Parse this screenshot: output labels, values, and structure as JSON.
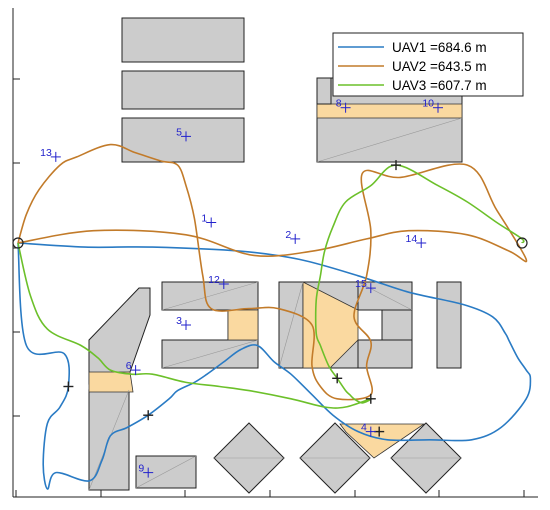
{
  "chart_data": {
    "type": "line",
    "title": "",
    "xlabel": "",
    "ylabel": "",
    "grid": false,
    "legend_position": "top-right",
    "colors": {
      "UAV1": "#2a7bc4",
      "UAV2": "#c27b2a",
      "UAV3": "#6cc02a",
      "waypoint_label": "#2222cc",
      "marker": "#222222",
      "building": "#cccccc",
      "zone": "#fad9a0"
    },
    "series": [
      {
        "name": "UAV1 =684.6 m",
        "points": [
          [
            0,
            0
          ],
          [
            2,
            -25
          ],
          [
            11,
            -27
          ],
          [
            12,
            -35
          ],
          [
            10,
            -40
          ],
          [
            7,
            -44
          ],
          [
            6,
            -54
          ],
          [
            7,
            -60
          ],
          [
            9,
            -56
          ],
          [
            17,
            -58
          ],
          [
            20,
            -53
          ],
          [
            22,
            -47
          ],
          [
            26,
            -45
          ],
          [
            31,
            -42
          ],
          [
            36,
            -38
          ],
          [
            38,
            -36
          ],
          [
            42,
            -34
          ],
          [
            45,
            -32
          ],
          [
            49,
            -29
          ],
          [
            53,
            -26
          ],
          [
            57,
            -25
          ],
          [
            61,
            -29
          ],
          [
            65,
            -32
          ],
          [
            70,
            -37
          ],
          [
            75,
            -42
          ],
          [
            81,
            -46
          ],
          [
            88,
            -48
          ],
          [
            98,
            -48
          ],
          [
            108,
            -48
          ],
          [
            115,
            -45
          ],
          [
            121,
            -38
          ],
          [
            122,
            -33
          ],
          [
            121,
            -31
          ],
          [
            119,
            -28
          ],
          [
            117,
            -24
          ],
          [
            116,
            -22
          ],
          [
            113,
            -18
          ],
          [
            106,
            -15
          ],
          [
            93,
            -12
          ],
          [
            81,
            -8
          ],
          [
            67,
            -4
          ],
          [
            53,
            -2
          ],
          [
            32,
            -1
          ],
          [
            16,
            -1
          ],
          [
            0,
            0
          ]
        ]
      },
      {
        "name": "UAV2 =643.5 m",
        "points": [
          [
            0,
            0
          ],
          [
            2,
            7
          ],
          [
            5,
            13
          ],
          [
            10,
            19
          ],
          [
            14,
            21
          ],
          [
            22,
            24
          ],
          [
            28,
            22
          ],
          [
            34,
            20
          ],
          [
            38,
            19
          ],
          [
            40,
            14
          ],
          [
            42,
            6
          ],
          [
            44,
            -8
          ],
          [
            46,
            -16
          ],
          [
            55,
            -16
          ],
          [
            62,
            -16
          ],
          [
            70,
            -20
          ],
          [
            70,
            -30
          ],
          [
            72,
            -35
          ],
          [
            76,
            -38
          ],
          [
            84,
            -37
          ],
          [
            83,
            -30
          ],
          [
            84,
            -24
          ],
          [
            80,
            -18
          ],
          [
            83,
            -8
          ],
          [
            84,
            3
          ],
          [
            82,
            17
          ],
          [
            91,
            16
          ],
          [
            107,
            19
          ],
          [
            114,
            8
          ],
          [
            121,
            -4
          ],
          [
            117,
            -2
          ],
          [
            107,
            2
          ],
          [
            93,
            3
          ],
          [
            83,
            1
          ],
          [
            70,
            -2
          ],
          [
            56,
            -3
          ],
          [
            40,
            2
          ],
          [
            18,
            3
          ],
          [
            0,
            0
          ]
        ]
      },
      {
        "name": "UAV3 =607.7 m",
        "points": [
          [
            0,
            0
          ],
          [
            3,
            -13
          ],
          [
            7,
            -21
          ],
          [
            15,
            -25
          ],
          [
            19,
            -28
          ],
          [
            22,
            -31
          ],
          [
            27,
            -32
          ],
          [
            32,
            -32
          ],
          [
            40,
            -34
          ],
          [
            48,
            -35
          ],
          [
            55,
            -36
          ],
          [
            65,
            -38
          ],
          [
            73,
            -40
          ],
          [
            78,
            -40
          ],
          [
            84,
            -38
          ],
          [
            82,
            -39
          ],
          [
            80,
            -38
          ],
          [
            79,
            -37
          ],
          [
            78,
            -36
          ],
          [
            76,
            -33
          ],
          [
            74,
            -30
          ],
          [
            72,
            -25
          ],
          [
            71,
            -22
          ],
          [
            71,
            -14
          ],
          [
            72,
            -8
          ],
          [
            73,
            -2
          ],
          [
            75,
            4
          ],
          [
            78,
            10
          ],
          [
            84,
            14
          ],
          [
            90,
            19
          ],
          [
            100,
            14
          ],
          [
            107,
            10
          ],
          [
            114,
            5
          ],
          [
            120,
            1
          ],
          [
            120,
            0
          ]
        ]
      }
    ],
    "markers": {
      "start_end_circles": [
        [
          0,
          0
        ],
        [
          120,
          0
        ]
      ],
      "plus": [
        [
          12,
          -35
        ],
        [
          31,
          -42
        ],
        [
          76,
          -33
        ],
        [
          84,
          -38
        ],
        [
          90,
          19
        ],
        [
          86,
          -46
        ]
      ]
    },
    "waypoints": [
      {
        "label": "1",
        "x": 46,
        "y": 5
      },
      {
        "label": "2",
        "x": 66,
        "y": 1
      },
      {
        "label": "3",
        "x": 40,
        "y": -20
      },
      {
        "label": "4",
        "x": 84,
        "y": -46
      },
      {
        "label": "5",
        "x": 40,
        "y": 26
      },
      {
        "label": "6",
        "x": 28,
        "y": -31
      },
      {
        "label": "8",
        "x": 78,
        "y": 33
      },
      {
        "label": "9",
        "x": 31,
        "y": -56
      },
      {
        "label": "10",
        "x": 100,
        "y": 33
      },
      {
        "label": "12",
        "x": 49,
        "y": -10
      },
      {
        "label": "13",
        "x": 9,
        "y": 21
      },
      {
        "label": "14",
        "x": 96,
        "y": 0
      },
      {
        "label": "15",
        "x": 84,
        "y": -11
      }
    ],
    "xlim": [
      -2,
      124
    ],
    "ylim": [
      -60,
      53
    ]
  },
  "map": {
    "buildings": 18,
    "shaded_zones": 5
  }
}
